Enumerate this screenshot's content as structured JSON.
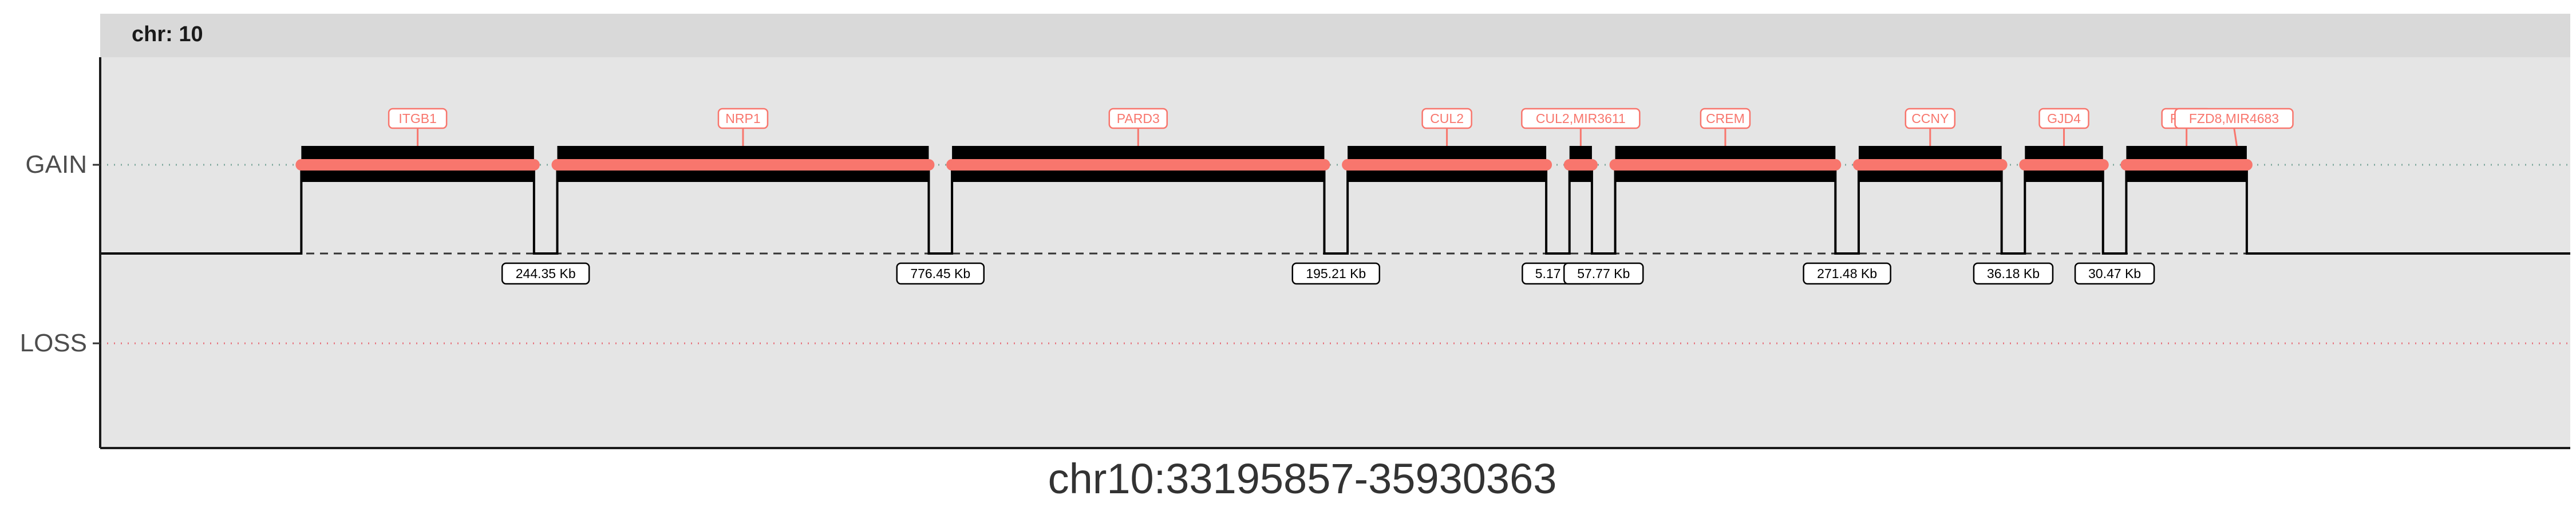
{
  "chart_data": {
    "type": "segment",
    "title": "",
    "facet_label": "chr: 10",
    "xlabel": "chr10:33195857-35930363",
    "ylabel": "",
    "xlim": [
      33195857,
      35930363
    ],
    "y_categories": [
      "GAIN",
      "LOSS"
    ],
    "grid": false,
    "legend": "none",
    "colors": {
      "panel": "#e5e5e5",
      "strip": "#d9d9d9",
      "segment": "#f8766d",
      "signal": "#000000",
      "gain_ref": "#7aa69a",
      "loss_ref": "#e8707a"
    },
    "gain_segments": [
      {
        "start": 33319000,
        "end": 33599000,
        "gene": "ITGB1"
      },
      {
        "start": 33627000,
        "end": 34074000,
        "gene": "NRP1"
      },
      {
        "start": 34102000,
        "end": 34550000,
        "gene": "PARD3"
      },
      {
        "start": 34578000,
        "end": 34817000,
        "gene": "CUL2"
      },
      {
        "start": 34845000,
        "end": 34872000,
        "gene": "CUL2,MIR3611"
      },
      {
        "start": 34900000,
        "end": 35165000,
        "gene": "CREM"
      },
      {
        "start": 35193000,
        "end": 35365000,
        "gene": "CCNY"
      },
      {
        "start": 35393000,
        "end": 35487000,
        "gene": "GJD4"
      },
      {
        "start": 35515000,
        "end": 35660000,
        "gene": "FZD8"
      }
    ],
    "extra_gene_labels": [
      {
        "x": 35648000,
        "gene": "FZD8,MIR4683"
      }
    ],
    "gaps": [
      {
        "start": 33599000,
        "end": 33627000,
        "label": "244.35 Kb"
      },
      {
        "start": 34074000,
        "end": 34102000,
        "label": "776.45 Kb"
      },
      {
        "start": 34550000,
        "end": 34578000,
        "label": "195.21 Kb"
      },
      {
        "start": 34817000,
        "end": 34845000,
        "label": "5.17 Kb"
      },
      {
        "start": 34872000,
        "end": 34900000,
        "label": "57.77 Kb"
      },
      {
        "start": 35165000,
        "end": 35193000,
        "label": "271.48 Kb"
      },
      {
        "start": 35365000,
        "end": 35393000,
        "label": "36.18 Kb"
      },
      {
        "start": 35487000,
        "end": 35515000,
        "label": "30.47 Kb"
      }
    ]
  }
}
